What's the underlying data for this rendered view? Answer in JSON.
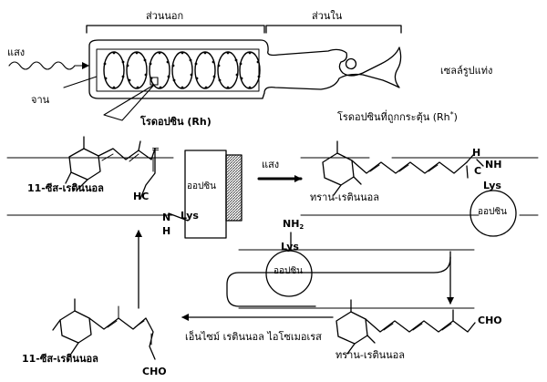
{
  "colors": {
    "ink": "#000000",
    "background": "#ffffff",
    "hatch": "#555555"
  },
  "cell": {
    "outer_segment_label": "ส่วนนอก",
    "inner_segment_label": "ส่วนใน",
    "light_label": "แสง",
    "disc_label": "จาน",
    "cell_name": "เซลล์รูปแท่ง",
    "rhodopsin_label": "โรดอปซิน (Rh)",
    "activated_rhodopsin_label": "โรดอปซินที่ถูกกระตุ้น (Rh",
    "activated_rhodopsin_mark": "*",
    "activated_rhodopsin_close": ")"
  },
  "cycle": {
    "cis_retinal_label": "11-ซีส-เรตินนอล",
    "opsin_label": "ออปซิน",
    "light_arrow_label": "แสง",
    "trans_retinal_top_label": "ทราน-เรตินนอล",
    "trans_retinal_bottom_label": "ทราน-เรตินนอล",
    "cis_retinal_bottom_label": "11-ซีส-เรตินนอล",
    "enzyme_label": "เอ็นไซม์ เรตินนอล ไอโซเมอเรส",
    "lys": "Lys",
    "hc": "HC",
    "n": "N",
    "h": "H",
    "c": "C",
    "nh": "NH",
    "nh2_main": "NH",
    "nh2_sub": "2",
    "cho": "CHO",
    "dbl_o": "="
  }
}
